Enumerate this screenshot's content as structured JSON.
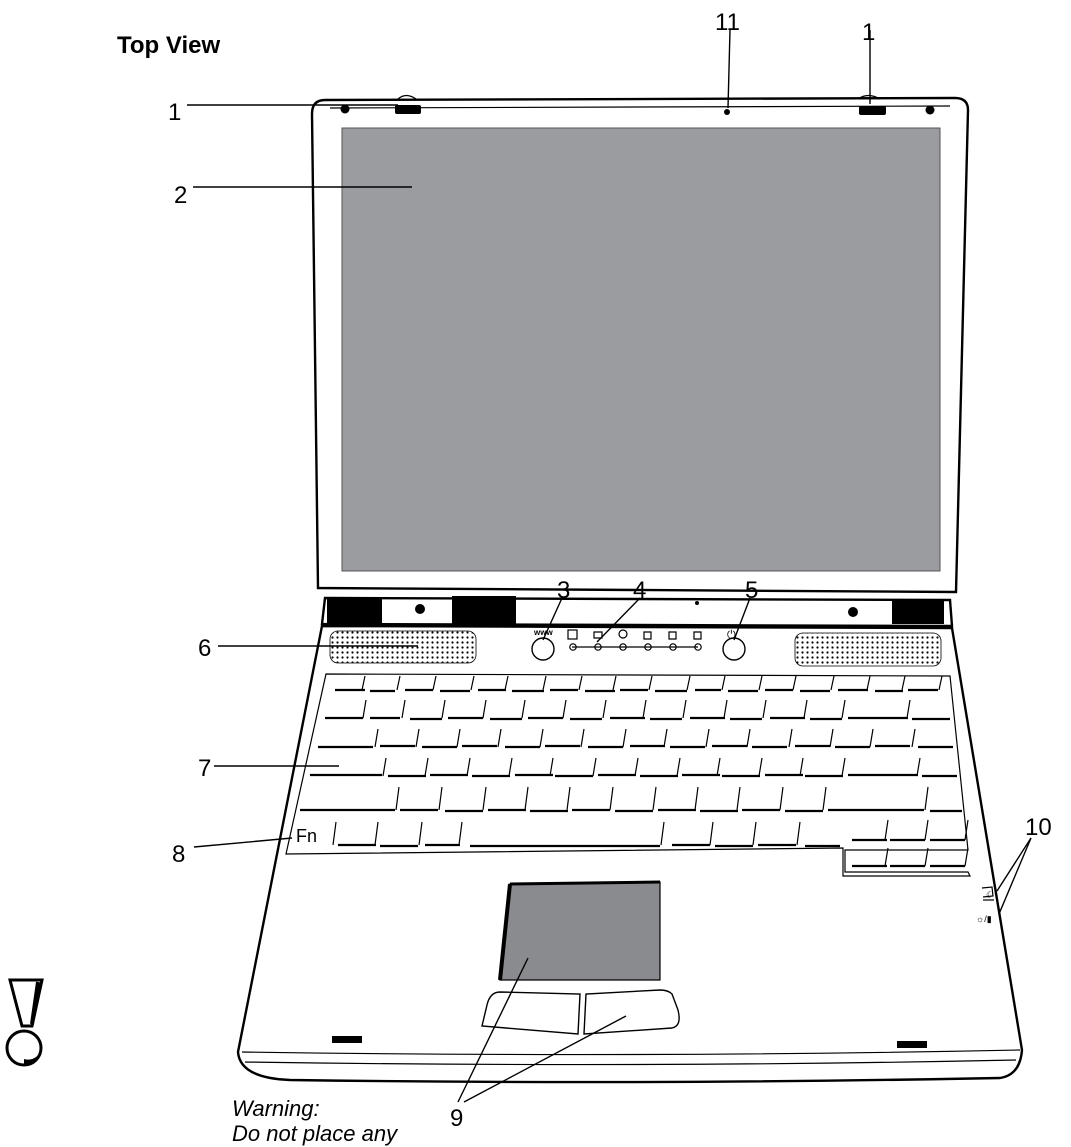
{
  "title": "Top View",
  "callouts": {
    "c1a": "1",
    "c1b": "1",
    "c2": "2",
    "c3": "3",
    "c4": "4",
    "c5": "5",
    "c6": "6",
    "c7": "7",
    "c8": "8",
    "c9": "9",
    "c10": "10",
    "c11": "11"
  },
  "keyboard": {
    "fn_label": "Fn"
  },
  "buttons": {
    "www_label": "www"
  },
  "warning": {
    "line1": "Warning:",
    "line2": "Do not place any"
  },
  "colors": {
    "screen": "#9a9ca0",
    "touchpad": "#8a8b8e",
    "outline": "#000000"
  }
}
